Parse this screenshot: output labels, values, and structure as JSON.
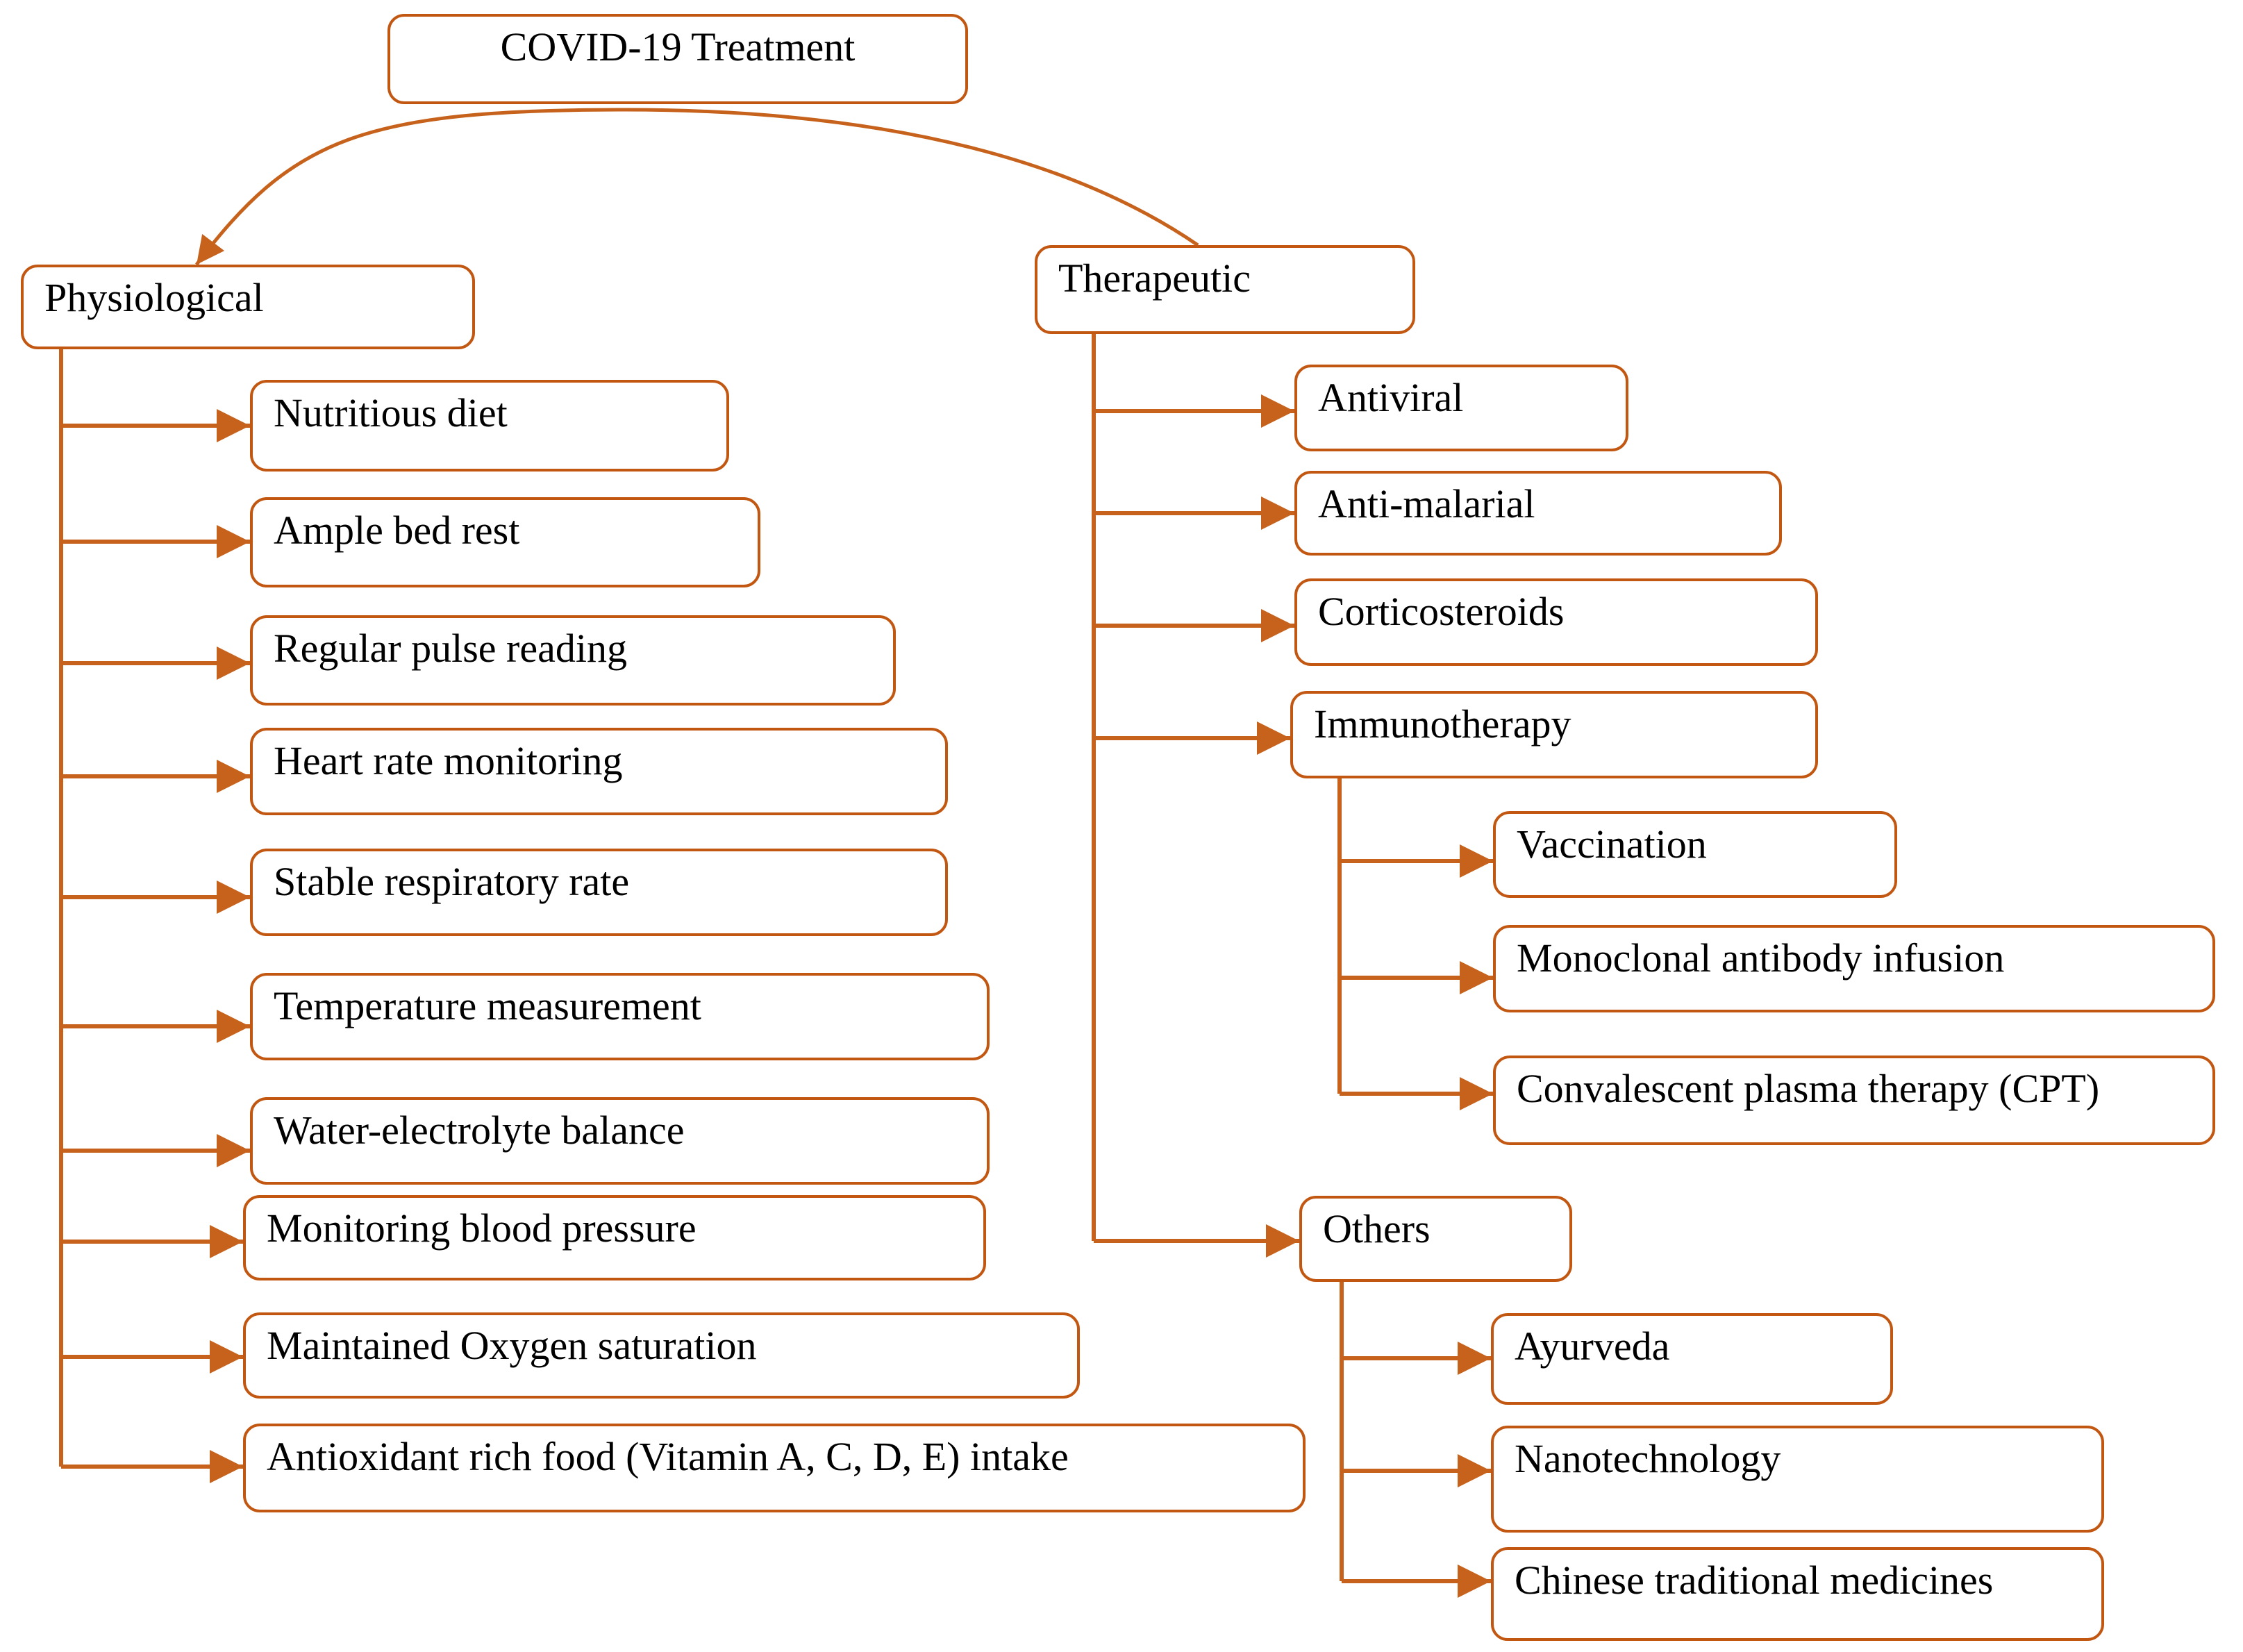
{
  "figure": {
    "title": "COVID-19 Treatment",
    "colors": {
      "line": "#C6621C",
      "box_border": "#C25712",
      "text": "#000000",
      "background": "#FFFFFF"
    },
    "tree": {
      "root": "COVID-19 Treatment",
      "children": [
        {
          "label": "Physiological",
          "children": [
            "Nutritious diet",
            "Ample bed rest",
            "Regular pulse reading",
            "Heart rate monitoring",
            "Stable respiratory rate",
            "Temperature measurement",
            "Water-electrolyte balance",
            "Monitoring blood pressure",
            "Maintained Oxygen saturation",
            "Antioxidant rich food (Vitamin A, C, D, E) intake"
          ]
        },
        {
          "label": "Therapeutic",
          "children": [
            "Antiviral",
            "Anti-malarial",
            "Corticosteroids",
            {
              "label": "Immunotherapy",
              "children": [
                "Vaccination",
                "Monoclonal antibody infusion",
                "Convalescent plasma therapy (CPT)"
              ]
            },
            {
              "label": "Others",
              "children": [
                "Ayurveda",
                "Nanotechnology",
                "Chinese traditional medicines"
              ]
            }
          ]
        }
      ]
    }
  },
  "nodes": {
    "root": "COVID-19 Treatment",
    "physiological": "Physiological",
    "therapeutic": "Therapeutic",
    "nutritious_diet": "Nutritious diet",
    "ample_bed_rest": "Ample bed rest",
    "regular_pulse_reading": "Regular pulse reading",
    "heart_rate_monitoring": "Heart rate monitoring",
    "stable_respiratory_rate": "Stable respiratory rate",
    "temperature_measurement": "Temperature measurement",
    "water_electrolyte_balance": "Water-electrolyte balance",
    "monitoring_blood_pressure": "Monitoring blood pressure",
    "maintained_oxygen_saturation": "Maintained Oxygen saturation",
    "antioxidant_rich_food": "Antioxidant rich food (Vitamin A, C, D, E) intake",
    "antiviral": "Antiviral",
    "anti_malarial": "Anti-malarial",
    "corticosteroids": "Corticosteroids",
    "immunotherapy": "Immunotherapy",
    "vaccination": "Vaccination",
    "monoclonal_antibody_infusion": "Monoclonal antibody infusion",
    "convalescent_plasma_therapy": "Convalescent plasma therapy (CPT)",
    "others": "Others",
    "ayurveda": "Ayurveda",
    "nanotechnology": "Nanotechnology",
    "chinese_traditional_medicines": "Chinese traditional medicines"
  }
}
